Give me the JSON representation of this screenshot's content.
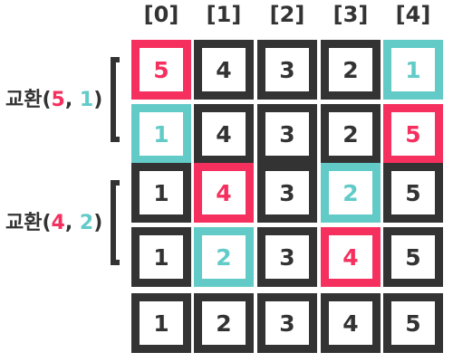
{
  "colors": {
    "dark": "#333333",
    "pink": "#f5305f",
    "teal": "#62cbc8"
  },
  "indices": [
    "[0]",
    "[1]",
    "[2]",
    "[3]",
    "[4]"
  ],
  "rows": [
    {
      "values": [
        "5",
        "4",
        "3",
        "2",
        "1"
      ],
      "highlights": [
        "pink",
        "",
        "",
        "",
        "teal"
      ]
    },
    {
      "values": [
        "1",
        "4",
        "3",
        "2",
        "5"
      ],
      "highlights": [
        "teal",
        "",
        "",
        "",
        "pink"
      ]
    },
    {
      "values": [
        "1",
        "4",
        "3",
        "2",
        "5"
      ],
      "highlights": [
        "",
        "pink",
        "",
        "teal",
        ""
      ]
    },
    {
      "values": [
        "1",
        "2",
        "3",
        "4",
        "5"
      ],
      "highlights": [
        "",
        "teal",
        "",
        "pink",
        ""
      ]
    },
    {
      "values": [
        "1",
        "2",
        "3",
        "4",
        "5"
      ],
      "highlights": [
        "",
        "",
        "",
        "",
        ""
      ]
    }
  ],
  "swaps": [
    {
      "prefix": "교환(",
      "a": "5",
      "sep": ", ",
      "b": "1",
      "suffix": ")"
    },
    {
      "prefix": "교환(",
      "a": "4",
      "sep": ", ",
      "b": "2",
      "suffix": ")"
    }
  ]
}
